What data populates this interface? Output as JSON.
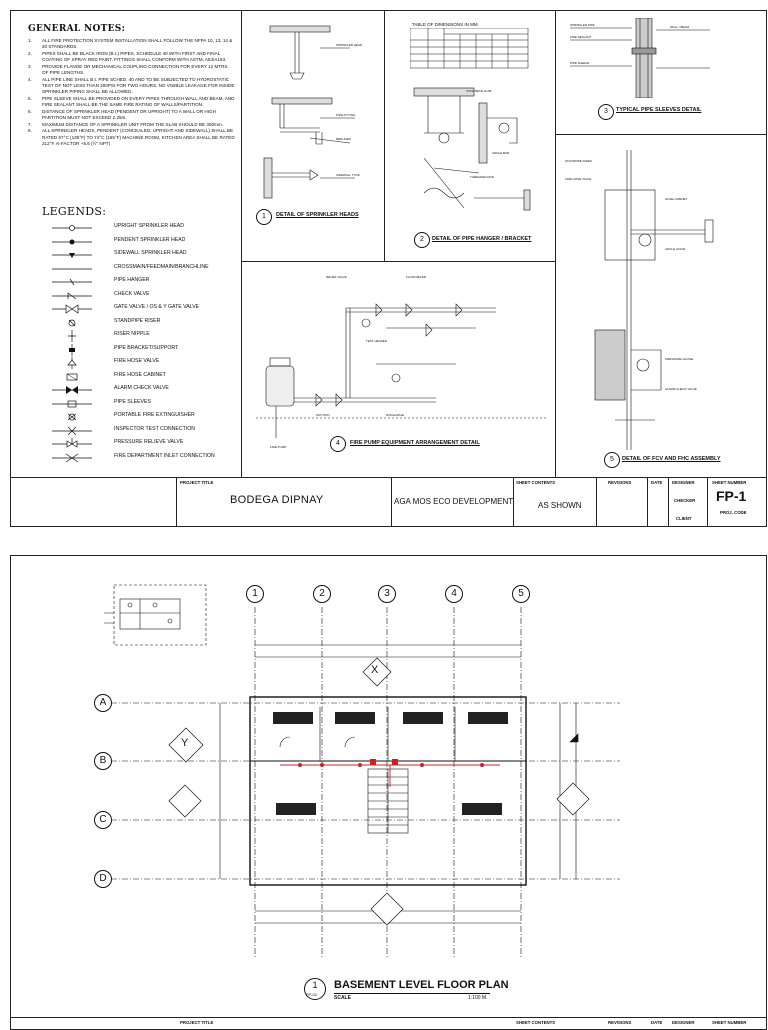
{
  "sheet1": {
    "notes_title": "GENERAL NOTES:",
    "notes": [
      {
        "num": "1.",
        "text": "ALL FIRE PROTECTION SYSTEM INSTALLATION SHALL FOLLOW THE NFPA 10, 13, 14 & 20 STANDARDS."
      },
      {
        "num": "2.",
        "text": "PIPES SHALL BE BLACK IRON (B.I.) PIPES, SCHEDULE 40 WITH FIRST AND FINAL COATING OF SPRAY RED PAINT. FITTINGS SHALL CONFORM WITH ASTM, A53/A153."
      },
      {
        "num": "3.",
        "text": "PROVIDE FLANGE OR MECHANICAL COUPLING CONNECTION FOR EVERY 12 MTRS. OF PIPE LENGTHS."
      },
      {
        "num": "4.",
        "text": "ALL PIPE LINE SHALL B.I. PIPE SCHED. 40 AND TO BE SUBJECTED TO HYDROSTATIC TEST OF NOT LESS THAN 200PSI FOR TWO HOURS. NO VISIBLE LEAKAGE FOR INSIDE SPRINKLER PIPING SHALL BE ALLOWED."
      },
      {
        "num": "5.",
        "text": "PIPE SLEEVE SHALL BE PROVIDED ON EVERY PIPES THROUGH WALL AND BEAM, AND FIRE SEALANT SHALL BE THE SAME FIRE RATING OF WALLS/PARTITION."
      },
      {
        "num": "6.",
        "text": "DISTANCE OF SPRINKLER HEAD (PENDENT OR UPRIGHT) TO A WALL OR HIGH PARTITION MUST NOT EXCEED 2.25m."
      },
      {
        "num": "7.",
        "text": "MAXIMUM DISTANCE OF A SPRINKLER UNIT FROM THE SLAB SHOULD BE 300mm."
      },
      {
        "num": "8.",
        "text": "ALL SPRINKLER HEADS, PENDENT (CONCEALED, UPRIGHT AND SIDEWALL) SHALL BE RATED 57°C (135°F) TO 74°C (165°F) MACHINE ROOM, KITCHEN AREA SHALL BE RATED 212°F. K-FACTOR +5.6 (½\" NPT)"
      }
    ],
    "legends_title": "LEGENDS:",
    "legends": [
      {
        "symbol": "upright",
        "label": "UPRIGHT SPRINKLER HEAD"
      },
      {
        "symbol": "pendent",
        "label": "PENDENT SPRINKLER HEAD"
      },
      {
        "symbol": "sidewall",
        "label": "SIDEWALL SPRINKLER HEAD"
      },
      {
        "symbol": "line",
        "label": "CROSSMAIN/FEEDMAIN/BRANCHLINE"
      },
      {
        "symbol": "hanger",
        "label": "PIPE HANGER"
      },
      {
        "symbol": "check",
        "label": "CHECK VALVE"
      },
      {
        "symbol": "gate",
        "label": "GATE VALVE / OS & Y GATE VALVE"
      },
      {
        "symbol": "riser",
        "label": "STANDPIPE RISER"
      },
      {
        "symbol": "nipple",
        "label": "RISER NIPPLE"
      },
      {
        "symbol": "bracket",
        "label": "PIPE BRACKET/SUPPORT"
      },
      {
        "symbol": "hosevalve",
        "label": "FIRE HOSE VALVE"
      },
      {
        "symbol": "cabinet",
        "label": "FIRE HOSE CABINET"
      },
      {
        "symbol": "alarm",
        "label": "ALARM CHECK VALVE"
      },
      {
        "symbol": "sleeve",
        "label": "PIPE SLEEVES"
      },
      {
        "symbol": "extinguisher",
        "label": "PORTABLE FIRE EXTINGUISHER"
      },
      {
        "symbol": "itc",
        "label": "INSPECTOR TEST CONNECTION"
      },
      {
        "symbol": "prv",
        "label": "PRESSURE RELIEVE VALVE"
      },
      {
        "symbol": "fdc",
        "label": "FIRE DEPARTMENT INLET CONNECTION"
      }
    ],
    "details": {
      "d1": "DETAIL OF SPRINKLER HEADS",
      "d2": "DETAIL OF PIPE HANGER / BRACKET",
      "d3": "TYPICAL PIPE SLEEVES DETAIL",
      "d4": "FIRE PUMP EQUIPMENT ARRANGEMENT DETAIL",
      "d5": "DETAIL OF FCV AND FHC ASSEMBLY",
      "d1_num": "1",
      "d2_num": "2",
      "d3_num": "3",
      "d4_num": "4",
      "d5_num": "5",
      "table_title": "TABLE OF DIMENSIONS IN MM"
    },
    "title_block": {
      "project_title_label": "PROJECT TITLE",
      "project_title": "BODEGA DIPNAY",
      "owner": "AGA MOS ECO DEVELOPMENT",
      "sheet_contents_label": "SHEET CONTENTS",
      "sheet_contents": "AS SHOWN",
      "revisions_label": "REVISIONS",
      "date_label": "DATE",
      "designer_label": "DESIGNER",
      "checker_label": "CHECKER",
      "client_label": "CLIENT",
      "sheet_number_label": "SHEET NUMBER",
      "sheet_number": "FP-1",
      "proj_code_label": "PROJ. CODE"
    }
  },
  "sheet2": {
    "grid_columns": [
      "1",
      "2",
      "3",
      "4",
      "5"
    ],
    "grid_rows": [
      "A",
      "B",
      "C",
      "D"
    ],
    "section_markers": [
      "X",
      "Y"
    ],
    "plan_number": "1",
    "plan_sheet": "FP-02",
    "plan_title": "BASEMENT LEVEL FLOOR PLAN",
    "plan_scale_label": "SCALE",
    "plan_scale": "1:100 M.",
    "title_block": {
      "project_title_label": "PROJECT TITLE",
      "sheet_contents_label": "SHEET CONTENTS",
      "revisions_label": "REVISIONS",
      "date_label": "DATE",
      "designer_label": "DESIGNER",
      "sheet_number_label": "SHEET NUMBER"
    }
  },
  "colors": {
    "ink": "#111111",
    "sprinkler_red": "#cc2222",
    "paper": "#ffffff"
  }
}
